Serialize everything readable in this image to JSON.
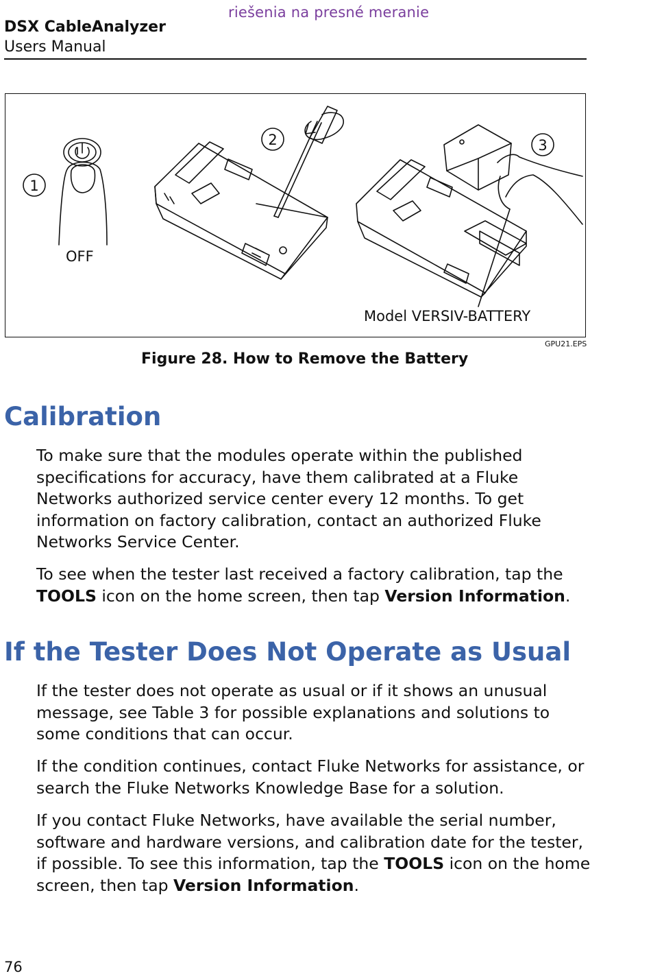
{
  "watermark": "riešenia na presné meranie",
  "header": {
    "title": "DSX CableAnalyzer",
    "subtitle": "Users Manual"
  },
  "figure": {
    "step_labels": [
      "1",
      "2",
      "3"
    ],
    "off_label": "OFF",
    "battery_label": "Model VERSIV-BATTERY",
    "file_id": "GPU21.EPS",
    "caption": "Figure 28. How to Remove the Battery"
  },
  "calibration": {
    "heading": "Calibration",
    "p1": "To make sure that the modules operate within the published specifications for accuracy, have them calibrated at a Fluke Networks authorized service center every 12 months. To get information on factory calibration, contact an authorized Fluke Networks Service Center.",
    "p2_part1": "To see when the tester last received a factory calibration, tap the ",
    "p2_bold1": "TOOLS",
    "p2_part2": " icon on the home screen, then tap ",
    "p2_bold2": "Version Information",
    "p2_part3": "."
  },
  "troubleshooting": {
    "heading": "If the Tester Does Not Operate as Usual",
    "p3": "If the tester does not operate as usual or if it shows an unusual message, see Table 3 for possible explanations and solutions to some conditions that can occur.",
    "p4": "If the condition continues, contact Fluke Networks for assistance, or search the Fluke Networks Knowledge Base for a solution.",
    "p5_part1": "If you contact Fluke Networks, have available the serial number, software and hardware versions, and calibration date for the tester, if possible. To see this information, tap the ",
    "p5_bold1": "TOOLS",
    "p5_part2": " icon on the home screen, then tap ",
    "p5_bold2": "Version Information",
    "p5_part3": "."
  },
  "footer": {
    "page_number": "76"
  }
}
